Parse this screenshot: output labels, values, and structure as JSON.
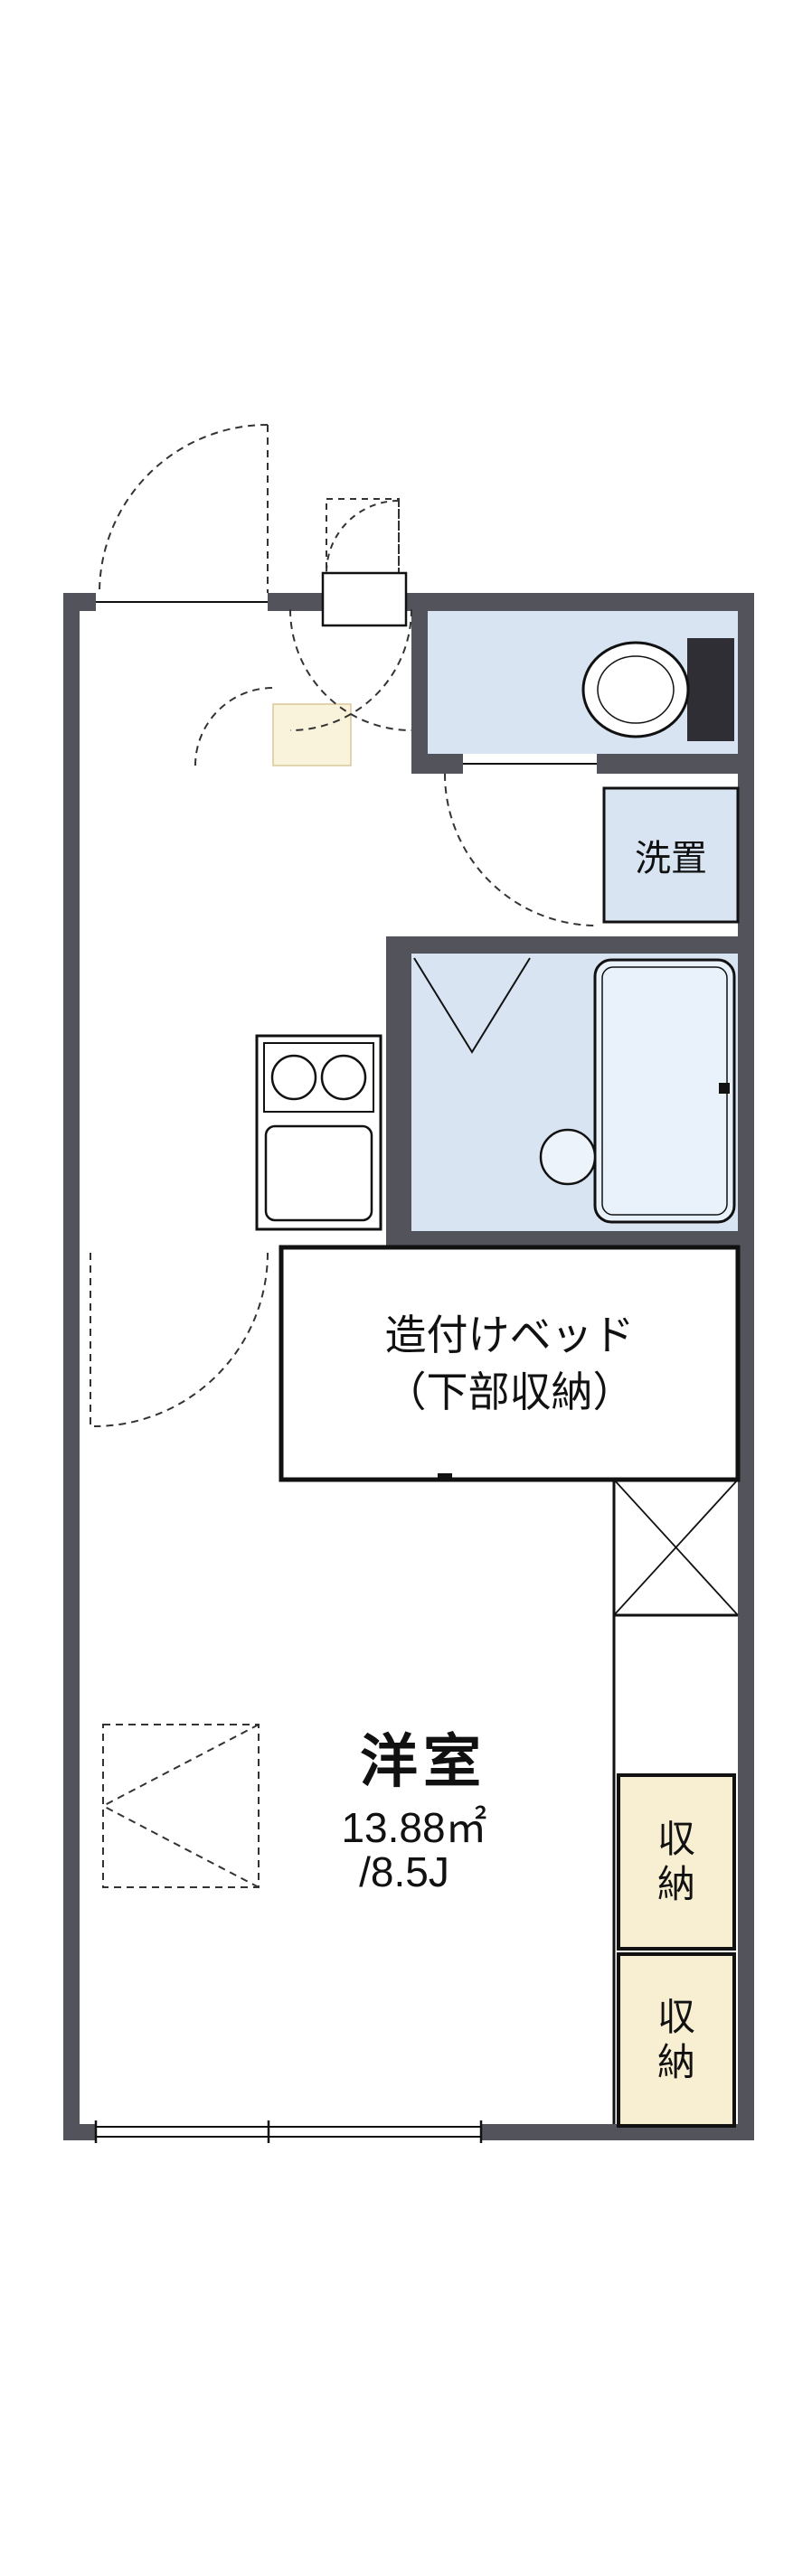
{
  "floor_plan": {
    "labels": {
      "washstand": "洗置",
      "bed_line1": "造付けベッド",
      "bed_line2": "（下部収納）",
      "room_name": "洋室",
      "room_area": "13.88㎡",
      "room_tatami": "/8.5J",
      "storage_upper": "収納",
      "storage_lower": "収納"
    },
    "colors": {
      "wall": "#53535b",
      "wet_area_floor": "#d8e4f2",
      "bathtub_fill": "#e9f1fa",
      "storage_fill": "#f8eed2",
      "genkan_fill": "#faf3dc",
      "line": "#111111"
    }
  }
}
